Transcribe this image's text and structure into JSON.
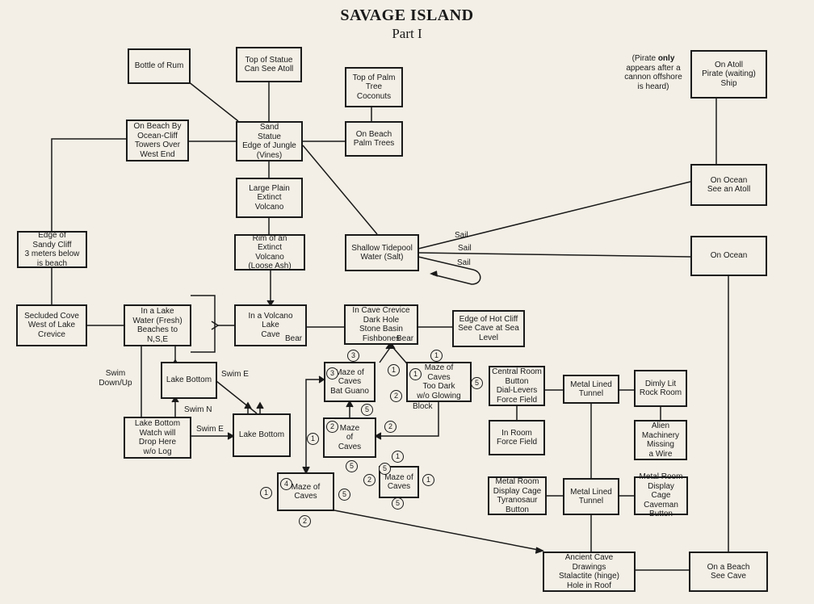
{
  "header": {
    "title": "SAVAGE ISLAND",
    "subtitle": "Part I"
  },
  "rooms": {
    "rum": "Bottle of Rum",
    "statue_top": "Top of Statue\nCan See Atoll",
    "palm_top": "Top of Palm\nTree\nCoconuts",
    "cliff_beach": "On Beach By\nOcean-Cliff\nTowers Over\nWest End",
    "sand_statue": "Sand\nStatue\nEdge of Jungle\n(Vines)",
    "palm_beach": "On Beach\nPalm Trees",
    "plain": "Large Plain\nExtinct\nVolcano",
    "sandy_cliff": "Edge of\nSandy Cliff\n3 meters below\nis beach",
    "rim": "Rim of an\nExtinct\nVolcano\n(Loose Ash)",
    "tidepool": "Shallow Tidepool\nWater (Salt)",
    "atoll": "On Atoll\nPirate (waiting)\nShip",
    "ocean_atoll": "On Ocean\nSee an Atoll",
    "ocean": "On Ocean",
    "secluded_cove": "Secluded Cove\nWest of Lake\nCrevice",
    "lake": "In a Lake\nWater (Fresh)\nBeaches to N,S,E",
    "volcano_cave": "In a Volcano\nLake\nCave",
    "cave_crevice": "In Cave  Crevice\nDark Hole\nStone Basin\nFishbones",
    "hot_cliff": "Edge of Hot Cliff\nSee Cave at Sea\nLevel",
    "lake_bottom1": "Lake Bottom",
    "lake_bottom_watch": "Lake Bottom\nWatch will\nDrop Here\nw/o Log",
    "lake_bottom2": "Lake Bottom",
    "maze_guano": "Maze of\nCaves\nBat Guano",
    "maze_dark": "Maze of\nCaves\nToo Dark\nw/o Glowing",
    "maze_mid": "Maze\nof\nCaves",
    "maze_small": "Maze of\nCaves",
    "maze_big": "Maze of\nCaves",
    "central_room": "Central Room\nButton\nDial-Levers\nForce Field",
    "metal_tunnel1": "Metal Lined\nTunnel",
    "rock_room": "Dimly Lit\nRock Room",
    "force_field_room": "In Room\nForce Field",
    "alien": "Alien\nMachinery\nMissing\na Wire",
    "cage_tyranno": "Metal Room\nDisplay Cage\nTyranosaur\nButton",
    "metal_tunnel2": "Metal Lined\nTunnel",
    "cage_caveman": "Metal Room\nDisplay Cage\nCaveman\nButton",
    "ancient_cave": "Ancient Cave\nDrawings\nStalactite (hinge)\nHole in Roof",
    "beach_cave": "On a Beach\nSee Cave"
  },
  "labels": {
    "pirate_note_1": "(Pirate ",
    "pirate_note_only": "only",
    "pirate_note_2": "\nappears after a\ncannon offshore\nis heard)",
    "sail1": "Sail",
    "sail2": "Sail",
    "sail3": "Sail",
    "bear1": "Bear",
    "bear2": "Bear",
    "swim_down_up": "Swim\nDown/Up",
    "swim_e1": "Swim E",
    "swim_n": "Swim N",
    "swim_e2": "Swim E",
    "block": "Block"
  },
  "exits": [
    "3",
    "1",
    "1",
    "3",
    "5",
    "2",
    "1",
    "5",
    "2",
    "2",
    "1",
    "5",
    "1",
    "5",
    "2",
    "1",
    "1",
    "4",
    "5",
    "5",
    "2"
  ]
}
